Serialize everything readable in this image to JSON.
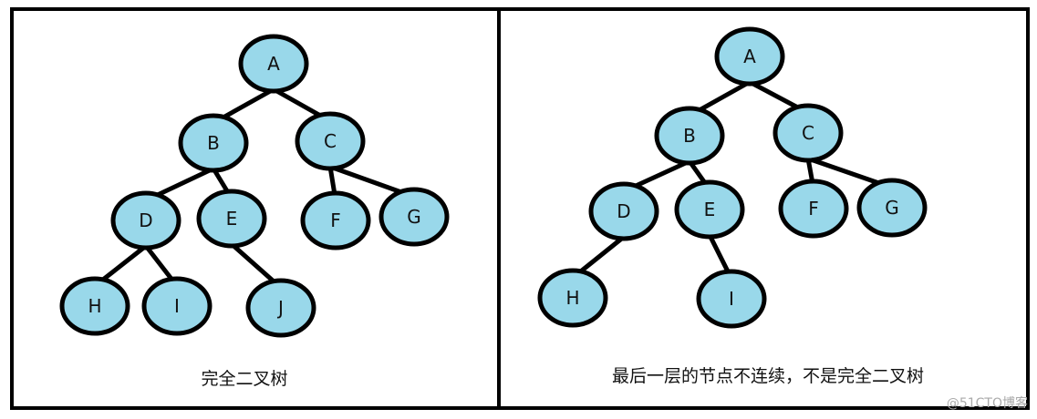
{
  "colors": {
    "node_fill": "#99d8ea",
    "stroke": "#000000"
  },
  "panels": [
    {
      "caption": "完全二叉树",
      "nodes": [
        {
          "label": "A",
          "parent": null
        },
        {
          "label": "B",
          "parent": "A"
        },
        {
          "label": "C",
          "parent": "A"
        },
        {
          "label": "D",
          "parent": "B"
        },
        {
          "label": "E",
          "parent": "B"
        },
        {
          "label": "F",
          "parent": "C"
        },
        {
          "label": "G",
          "parent": "C"
        },
        {
          "label": "H",
          "parent": "D"
        },
        {
          "label": "I",
          "parent": "D"
        },
        {
          "label": "J",
          "parent": "E"
        }
      ]
    },
    {
      "caption": "最后一层的节点不连续，不是完全二叉树",
      "nodes": [
        {
          "label": "A",
          "parent": null
        },
        {
          "label": "B",
          "parent": "A"
        },
        {
          "label": "C",
          "parent": "A"
        },
        {
          "label": "D",
          "parent": "B"
        },
        {
          "label": "E",
          "parent": "B"
        },
        {
          "label": "F",
          "parent": "C"
        },
        {
          "label": "G",
          "parent": "C"
        },
        {
          "label": "H",
          "parent": "D"
        },
        {
          "label": "I",
          "parent": "E"
        }
      ]
    }
  ],
  "watermark": "@51CTO博客"
}
